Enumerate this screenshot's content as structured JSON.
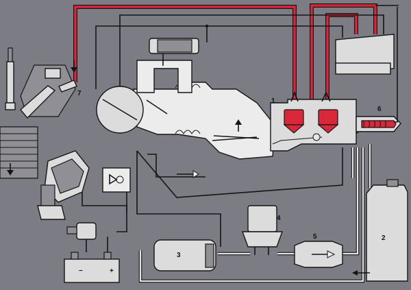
{
  "component_labels": {
    "label_1": "1",
    "label_2": "2",
    "label_3": "3",
    "label_4": "4",
    "label_5": "5",
    "label_6": "6",
    "label_7": "7"
  },
  "battery": {
    "minus": "−",
    "plus": "+"
  },
  "colors": {
    "background": "#7c7c84",
    "fuel_line_red": "#d8283a",
    "component_fill": "#dcdcdc",
    "line": "#151515"
  }
}
